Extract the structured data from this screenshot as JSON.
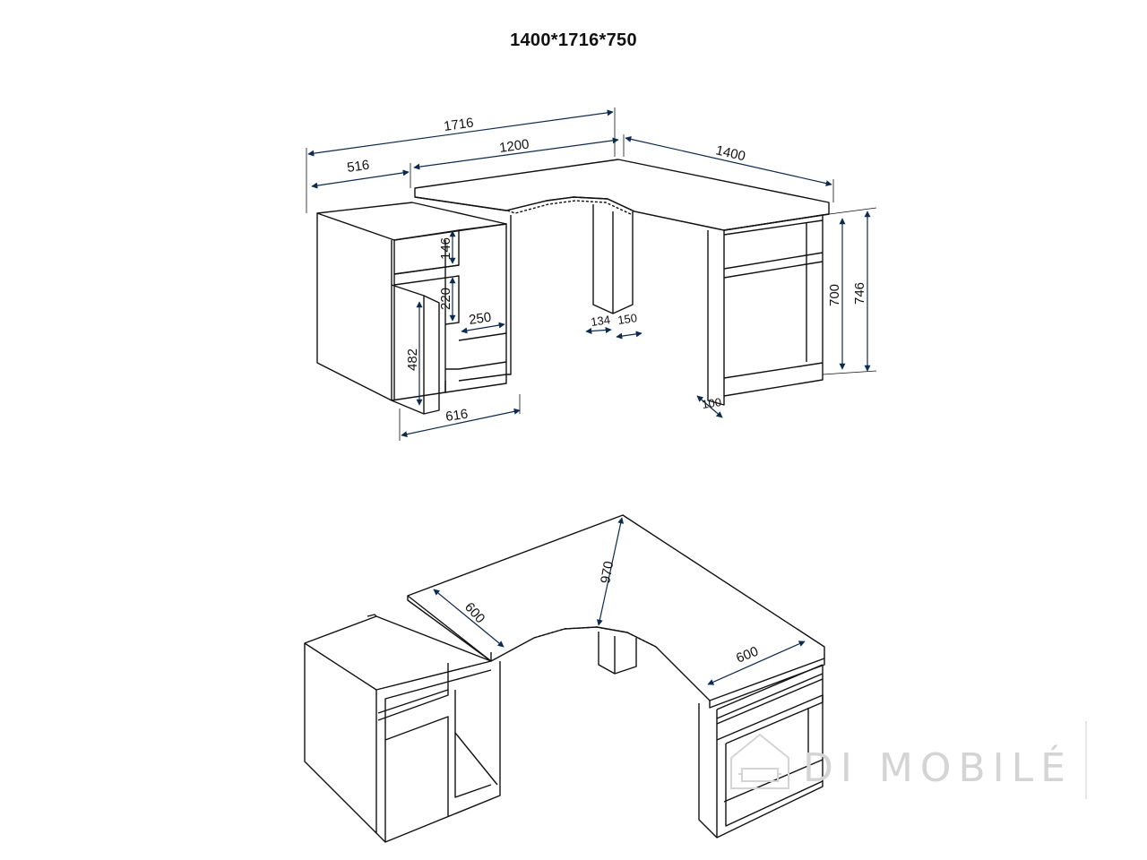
{
  "title": "1400*1716*750",
  "top_view": {
    "dimensions": {
      "overall_width": "1716",
      "left_unit_width": "516",
      "main_top_length": "1200",
      "right_top_length": "1400",
      "shelf_upper_height": "146",
      "shelf_lower_height": "220",
      "door_height": "482",
      "cabinet_depth": "616",
      "shelf_width": "250",
      "leg_depth_a": "134",
      "leg_depth_b": "150",
      "right_leg_height": "700",
      "total_height": "746",
      "right_leg_width": "100"
    }
  },
  "bottom_view": {
    "dimensions": {
      "left_depth": "600",
      "corner_depth": "970",
      "right_depth": "600"
    }
  },
  "watermark": {
    "text": "DI MOBILÉ",
    "icon": "sofa-house-icon"
  },
  "colors": {
    "line": "#111111",
    "arrow": "#0d2a4f",
    "watermark": "#d4d4d4"
  }
}
